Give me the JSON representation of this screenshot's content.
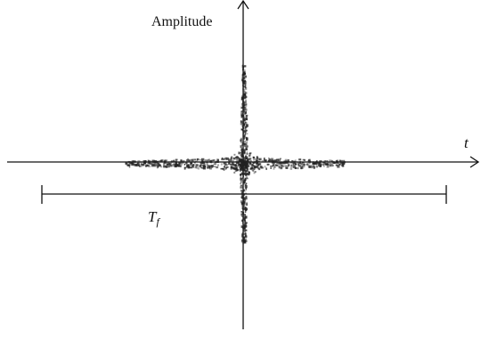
{
  "diagram": {
    "vertical_axis_label": "Amplitude",
    "horizontal_axis_label": "t",
    "duration_label": {
      "symbol": "T",
      "subscript": "f"
    },
    "ink_color": "#111111",
    "pulse_color": "#222222"
  }
}
